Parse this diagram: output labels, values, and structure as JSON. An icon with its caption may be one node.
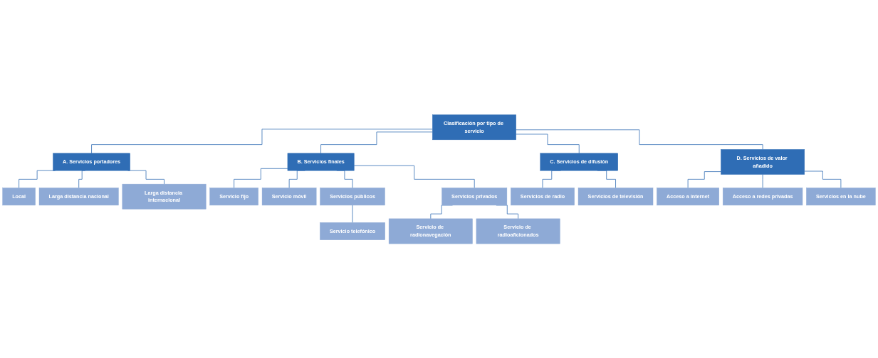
{
  "diagram": {
    "nodes": [
      {
        "text": [
          "Clasificación por tipo de servicio"
        ]
      },
      {
        "text": [
          "A. Servicios portadores"
        ]
      },
      {
        "text": [
          "B. Servicios finales"
        ]
      },
      {
        "text": [
          "C. Servicios de difusión"
        ]
      },
      {
        "text": [
          "D. Servicios de valor añadido"
        ]
      },
      {
        "text": [
          "Local"
        ]
      },
      {
        "text": [
          "Larga distancia nacional"
        ]
      },
      {
        "text": [
          "Larga distancia internacional"
        ]
      },
      {
        "text": [
          "Servicio fijo"
        ]
      },
      {
        "text": [
          "Servicio móvil"
        ]
      },
      {
        "text": [
          "Servicios públicos"
        ]
      },
      {
        "text": [
          "Servicios privados"
        ]
      },
      {
        "text": [
          "Servicio telefónico"
        ]
      },
      {
        "text": [
          "Servicio de radionavegación"
        ]
      },
      {
        "text": [
          "Servicio de radioaficionados"
        ]
      },
      {
        "text": [
          "Servicios de radio"
        ]
      },
      {
        "text": [
          "Servicios de televisión"
        ]
      },
      {
        "text": [
          "Acceso a internet"
        ]
      },
      {
        "text": [
          "Acceso a redes privadas"
        ]
      },
      {
        "text": [
          "Servicios en la nube"
        ]
      }
    ],
    "edges": [
      {
        "from": 0,
        "to": 1,
        "arrow": "none"
      },
      {
        "from": 0,
        "to": 2,
        "arrow": "none"
      },
      {
        "from": 0,
        "to": 3,
        "arrow": "none"
      },
      {
        "from": 0,
        "to": 4,
        "arrow": "none"
      },
      {
        "from": 1,
        "to": 5,
        "arrow": "none"
      },
      {
        "from": 1,
        "to": 6,
        "arrow": "none"
      },
      {
        "from": 1,
        "to": 7,
        "arrow": "none"
      },
      {
        "from": 2,
        "to": 8,
        "arrow": "none"
      },
      {
        "from": 2,
        "to": 9,
        "arrow": "none"
      },
      {
        "from": 2,
        "to": 10,
        "arrow": "none"
      },
      {
        "from": 2,
        "to": 11,
        "arrow": "none"
      },
      {
        "from": 10,
        "to": 12,
        "arrow": "none"
      },
      {
        "from": 11,
        "to": 13,
        "arrow": "none"
      },
      {
        "from": 11,
        "to": 14,
        "arrow": "none"
      },
      {
        "from": 3,
        "to": 15,
        "arrow": "none"
      },
      {
        "from": 3,
        "to": 16,
        "arrow": "none"
      },
      {
        "from": 4,
        "to": 17,
        "arrow": "none"
      },
      {
        "from": 4,
        "to": 18,
        "arrow": "none"
      },
      {
        "from": 4,
        "to": 19,
        "arrow": "none"
      }
    ]
  }
}
